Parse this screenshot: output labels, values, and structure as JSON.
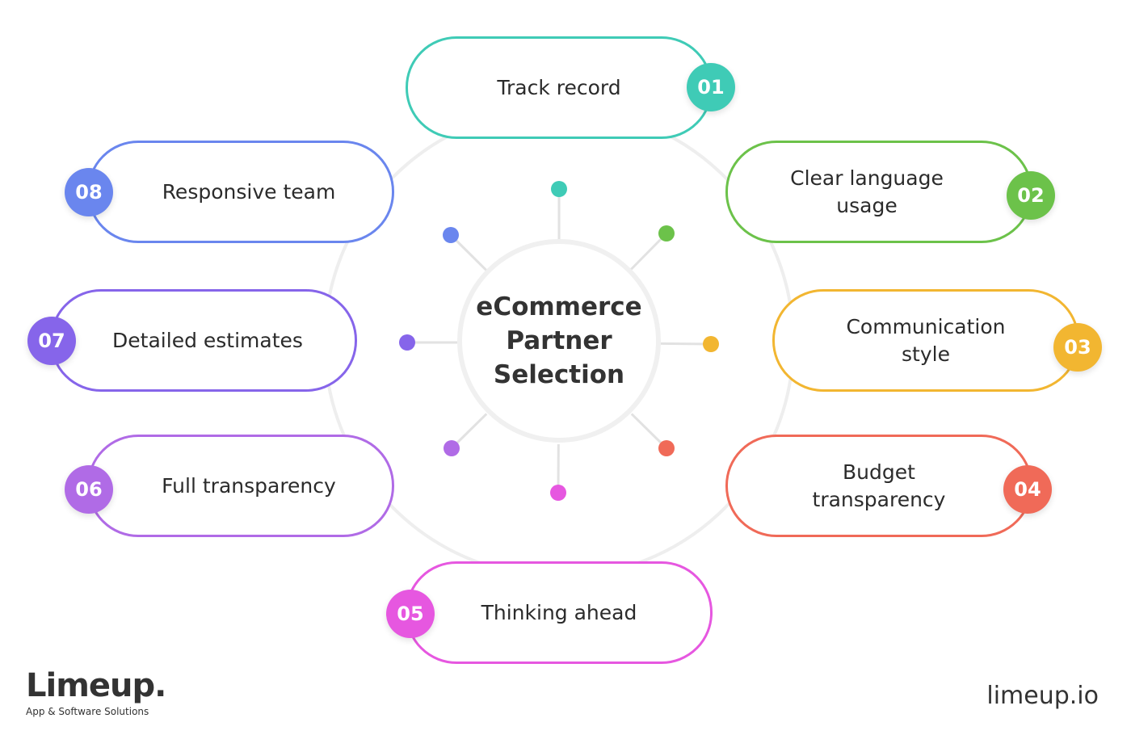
{
  "diagram": {
    "center_title": "eCommerce Partner Selection",
    "items": [
      {
        "number": "01",
        "label": "Track record",
        "color": "#3fcbb6"
      },
      {
        "number": "02",
        "label": "Clear language usage",
        "color": "#6cc24a"
      },
      {
        "number": "03",
        "label": "Communication style",
        "color": "#f2b631"
      },
      {
        "number": "04",
        "label": "Budget transparency",
        "color": "#f06a58"
      },
      {
        "number": "05",
        "label": "Thinking ahead",
        "color": "#e657e0"
      },
      {
        "number": "06",
        "label": "Full transparency",
        "color": "#b06be6"
      },
      {
        "number": "07",
        "label": "Detailed estimates",
        "color": "#8665ea"
      },
      {
        "number": "08",
        "label": "Responsive team",
        "color": "#6a86ee"
      }
    ]
  },
  "branding": {
    "logo_text": "Limeup.",
    "tagline": "App & Software Solutions",
    "website": "limeup.io"
  }
}
